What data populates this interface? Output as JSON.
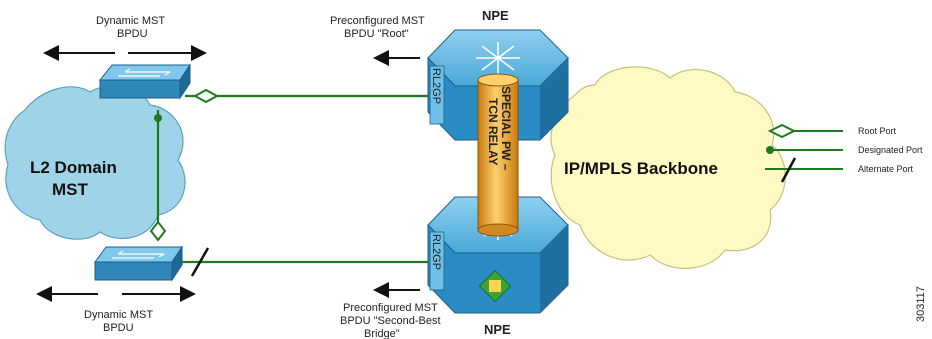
{
  "diagram": {
    "top_left": {
      "line1": "Dynamic MST",
      "line2": "BPDU"
    },
    "bottom_left": {
      "line1": "Dynamic MST",
      "line2": "BPDU"
    },
    "top_mid": {
      "line1": "Preconfigured MST",
      "line2": "BPDU \"Root\""
    },
    "bottom_mid": {
      "line1": "Preconfigured MST",
      "line2": "BPDU \"Second-Best",
      "line3": "Bridge\""
    },
    "npe_top": "NPE",
    "npe_bottom": "NPE",
    "rl2gp_top": "RL2GP",
    "rl2gp_bottom": "RL2GP",
    "pw": {
      "line1": "SPECIAL PW –",
      "line2": "TCN RELAY"
    },
    "l2domain": {
      "line1": "L2 Domain",
      "line2": "MST"
    },
    "backbone": "IP/MPLS Backbone",
    "legend": {
      "root": "Root Port",
      "designated": "Designated Port",
      "alternate": "Alternate Port"
    },
    "figure_id": "303117"
  },
  "colors": {
    "cloud_blue": "#9fd3e8",
    "cloud_yellow": "#fffac4",
    "hex_blue": "#3f9fd0",
    "link_green": "#1f7a1f",
    "pw_orange": "#f0a830"
  }
}
